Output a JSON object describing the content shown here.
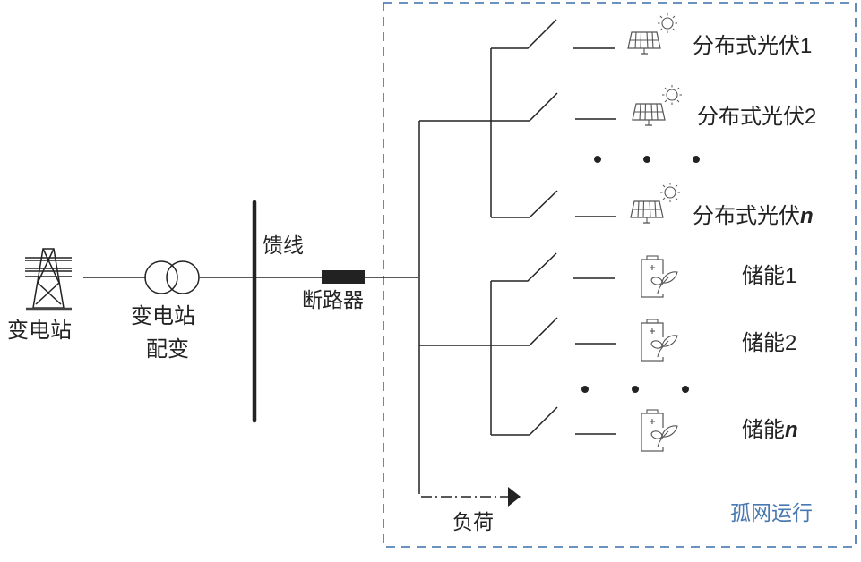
{
  "diagram": {
    "labels": {
      "substation": "变电站",
      "substation_transformer_line1": "变电站",
      "substation_transformer_line2": "配变",
      "feeder": "馈线",
      "breaker": "断路器",
      "load": "负荷",
      "island_mode": "孤网运行"
    },
    "pv_units": [
      {
        "name": "分布式光伏",
        "index": "1",
        "index_italic": false
      },
      {
        "name": "分布式光伏",
        "index": "2",
        "index_italic": false
      },
      {
        "name": "分布式光伏",
        "index": "n",
        "index_italic": true
      }
    ],
    "storage_units": [
      {
        "name": "储能",
        "index": "1",
        "index_italic": false
      },
      {
        "name": "储能",
        "index": "2",
        "index_italic": false
      },
      {
        "name": "储能",
        "index": "n",
        "index_italic": true
      }
    ],
    "ellipsis": "• • •",
    "colors": {
      "line": "#222222",
      "island_border": "#3a6fa8",
      "island_label": "#4a78b0",
      "icon": "#555555"
    }
  }
}
